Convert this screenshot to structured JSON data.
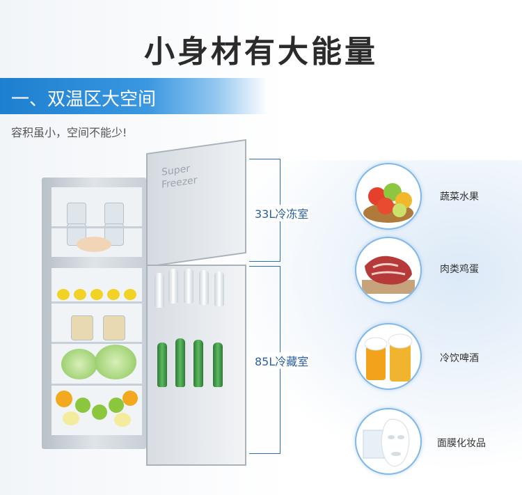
{
  "title": "小身材有大能量",
  "banner": {
    "text": "一、双温区大空间"
  },
  "subtitle": "容积虽小，空间不能少!",
  "freezer": {
    "label": "33L冷冻室",
    "door_text": "Super\nFreezer"
  },
  "fridge": {
    "label": "85L冷藏室"
  },
  "features": [
    {
      "label": "蔬菜水果",
      "icon": "fruit-basket-icon"
    },
    {
      "label": "肉类鸡蛋",
      "icon": "meat-icon"
    },
    {
      "label": "冷饮啤酒",
      "icon": "beer-icon"
    },
    {
      "label": "面膜化妆品",
      "icon": "face-mask-icon"
    }
  ],
  "colors": {
    "accent": "#2a7fd0",
    "bracket": "#2a6fb6",
    "circle_border": "#7fb8e8"
  }
}
